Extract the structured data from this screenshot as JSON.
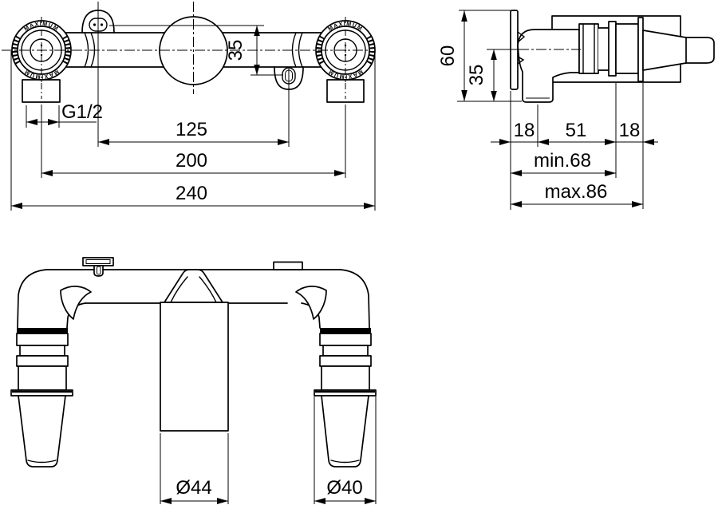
{
  "front_view": {
    "ring_text_top": "MAXIMUM",
    "ring_text_bottom": "MAXIMUM",
    "dims": {
      "slot_offset_35": "35",
      "thread": "G1/2",
      "spacing_125": "125",
      "spacing_200": "200",
      "width_240": "240"
    }
  },
  "side_view": {
    "dims": {
      "depth_60": "60",
      "depth_35": "35",
      "wall_18": "18",
      "body_51": "51",
      "trim_18": "18",
      "min_depth": "min.68",
      "max_depth": "max.86"
    }
  },
  "bottom_view": {
    "dims": {
      "spout_diameter": "Ø44",
      "connector_diameter": "Ø40"
    }
  }
}
